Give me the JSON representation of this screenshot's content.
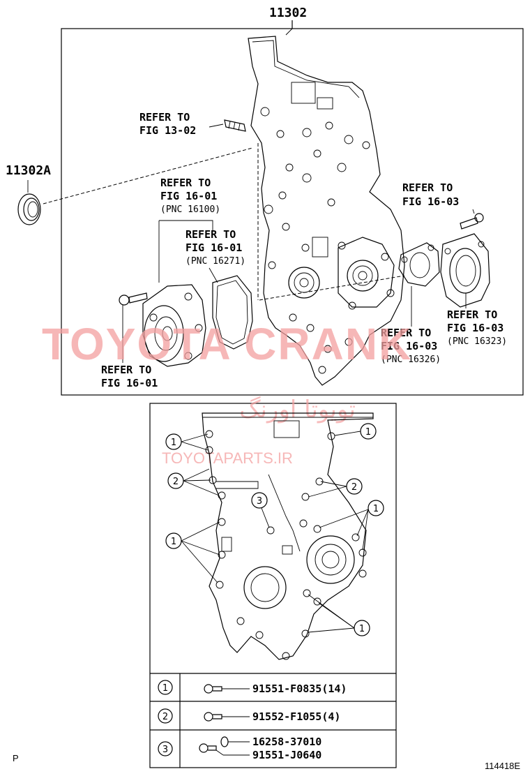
{
  "upper": {
    "main_part": "11302",
    "seal_part": "11302A",
    "refer_13_02": [
      "REFER TO",
      "FIG 13-02"
    ],
    "refer_16_01_a": [
      "REFER TO",
      "FIG 16-01",
      "(PNC 16100)"
    ],
    "refer_16_01_b": [
      "REFER TO",
      "FIG 16-01",
      "(PNC 16271)"
    ],
    "refer_16_01_c": [
      "REFER TO",
      "FIG 16-01"
    ],
    "refer_16_03_a": [
      "REFER TO",
      "FIG 16-03"
    ],
    "refer_16_03_b": [
      "REFER TO",
      "FIG 16-03",
      "(PNC 16323)"
    ],
    "refer_16_03_c": [
      "REFER TO",
      "FIG 16-03",
      "(PNC 16326)"
    ]
  },
  "watermarks": {
    "main": "TOYOTA CRANK",
    "arabic": "تویوتا اورنگ",
    "site": "TOYOTAPARTS.IR"
  },
  "lower": {
    "callouts": [
      "1",
      "2",
      "3"
    ]
  },
  "legend": [
    {
      "key": "1",
      "parts": [
        "91551-F0835(14)"
      ]
    },
    {
      "key": "2",
      "parts": [
        "91552-F1055(4)"
      ]
    },
    {
      "key": "3",
      "parts": [
        "16258-37010",
        "91551-J0640"
      ]
    }
  ],
  "footer": {
    "left": "P",
    "right": "114418E"
  }
}
